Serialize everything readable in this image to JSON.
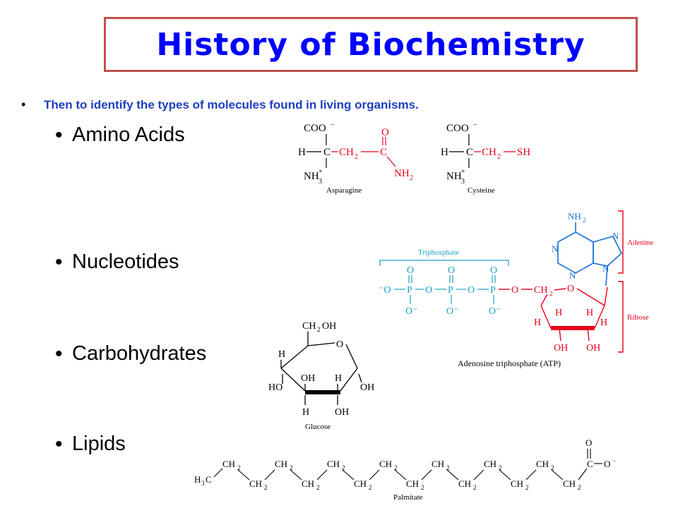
{
  "title": "History of Biochemistry",
  "subtitle": "Then to identify the types of molecules found in living organisms.",
  "items": [
    {
      "label": "Amino Acids"
    },
    {
      "label": "Nucleotides"
    },
    {
      "label": "Carbohydrates"
    },
    {
      "label": "Lipids"
    }
  ],
  "figures": {
    "asparagine": "Asparagine",
    "cysteine": "Cysteine",
    "triphosphate": "Triphosphate",
    "adenine": "Adenine",
    "ribose": "Ribose",
    "atp": "Adenosine triphosphate (ATP)",
    "glucose": "Glucose",
    "palmitate": "Palmitate"
  },
  "colors": {
    "title": "#0000ff",
    "border": "#c0504d",
    "subtitle": "#1f3fbf",
    "red": "#e8001c",
    "cyan": "#1aa0c8",
    "blue": "#1a6fd6"
  }
}
